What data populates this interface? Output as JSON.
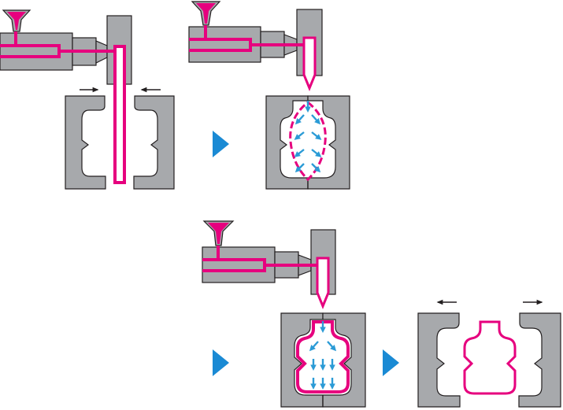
{
  "figure": {
    "kind": "extrusion-blow-molding-process",
    "steps": [
      {
        "id": "1",
        "icons": [
          "extruder",
          "parison",
          "open-mold",
          "mold-closing-arrows"
        ]
      },
      {
        "id": "2",
        "icons": [
          "extruder",
          "blow-pin",
          "closed-mold",
          "blowing-air-arrows"
        ]
      },
      {
        "id": "3",
        "icons": [
          "extruder",
          "blow-pin",
          "closed-mold",
          "expanding-air-arrows"
        ]
      },
      {
        "id": "4",
        "icons": [
          "opened-mold",
          "molded-bottle",
          "mold-opening-arrows"
        ]
      }
    ]
  },
  "colors": {
    "machine_fill": "#a7a9ac",
    "machine_stroke": "#231f20",
    "plastic": "#e6007e",
    "air_arrow": "#2b9bd6",
    "step_arrow": "#1a8ad4",
    "background": "#ffffff"
  }
}
